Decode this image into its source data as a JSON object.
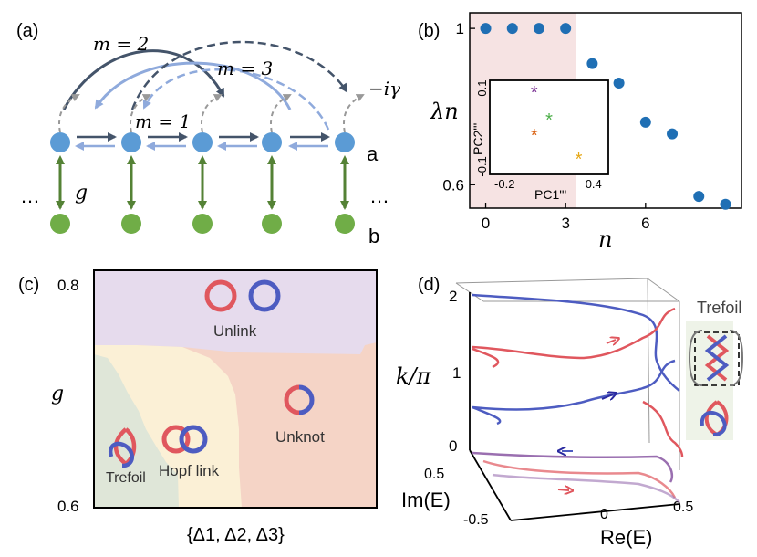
{
  "panel_a": {
    "label": "(a)",
    "m2": "m = 2",
    "m3": "m = 3",
    "m1": "m = 1",
    "loss": "−iγ",
    "coupling": "g",
    "ellipsis_left": "…",
    "ellipsis_right": "…",
    "row_a": "a",
    "row_b": "b",
    "colors": {
      "site_a": "#5b9bd5",
      "site_b": "#70ad47",
      "arrow_dark": "#44546a",
      "arrow_light": "#8faadc",
      "vertical": "#548235"
    }
  },
  "panel_b": {
    "label": "(b)",
    "ylabel": "λn",
    "xlabel": "n",
    "inset_xlabel": "PC1'''",
    "inset_ylabel": "PC2'''",
    "shade_color": "#f6e3e3",
    "point_color": "#1f6fb4"
  },
  "panel_c": {
    "label": "(c)",
    "ylabel": "g",
    "xlabel": "{Δ1, Δ2, Δ3}",
    "y_top": "0.8",
    "y_bottom": "0.6",
    "regions": {
      "unlink": "Unlink",
      "unknot": "Unknot",
      "hopf": "Hopf link",
      "trefoil": "Trefoil"
    },
    "colors": {
      "unlink": "#e6dbed",
      "unknot": "#f5d4c6",
      "hopf": "#fbf0d6",
      "trefoil": "#dfe6d8",
      "red": "#e0575e",
      "blue": "#4d5cc1"
    }
  },
  "panel_d": {
    "label": "(d)",
    "zlabel": "k/π",
    "xlabel": "Re(E)",
    "ylabel": "Im(E)",
    "z_ticks": [
      "2",
      "1",
      "0"
    ],
    "im_ticks": [
      "0.5",
      "-0.5"
    ],
    "re_ticks": [
      "0",
      "0.5"
    ],
    "trefoil_label": "Trefoil"
  },
  "chart_data": [
    {
      "type": "scatter",
      "title": "",
      "xlabel": "n",
      "ylabel": "λn",
      "x_ticks": [
        0,
        3,
        6
      ],
      "y_ticks": [
        0.6,
        1
      ],
      "xlim": [
        -0.6,
        9.6
      ],
      "ylim": [
        0.54,
        1.04
      ],
      "shaded_x_range": [
        -0.6,
        3.4
      ],
      "series": [
        {
          "x": [
            0,
            1,
            2,
            3,
            4,
            5,
            6,
            7,
            8,
            9
          ],
          "y": [
            1.0,
            1.0,
            1.0,
            1.0,
            0.91,
            0.86,
            0.76,
            0.73,
            0.57,
            0.55
          ]
        }
      ]
    },
    {
      "type": "scatter",
      "title": "",
      "xlabel": "PC1'''",
      "ylabel": "PC2'''",
      "x_ticks": [
        -0.2,
        0.4
      ],
      "y_ticks": [
        -0.1,
        0.1
      ],
      "xlim": [
        -0.3,
        0.5
      ],
      "ylim": [
        -0.12,
        0.12
      ],
      "points": [
        {
          "x": 0.0,
          "y": 0.09,
          "color": "#7b3294"
        },
        {
          "x": 0.0,
          "y": -0.02,
          "color": "#d95f0e"
        },
        {
          "x": 0.1,
          "y": 0.02,
          "color": "#4daf4a"
        },
        {
          "x": 0.3,
          "y": -0.08,
          "color": "#e6a817"
        }
      ]
    }
  ]
}
